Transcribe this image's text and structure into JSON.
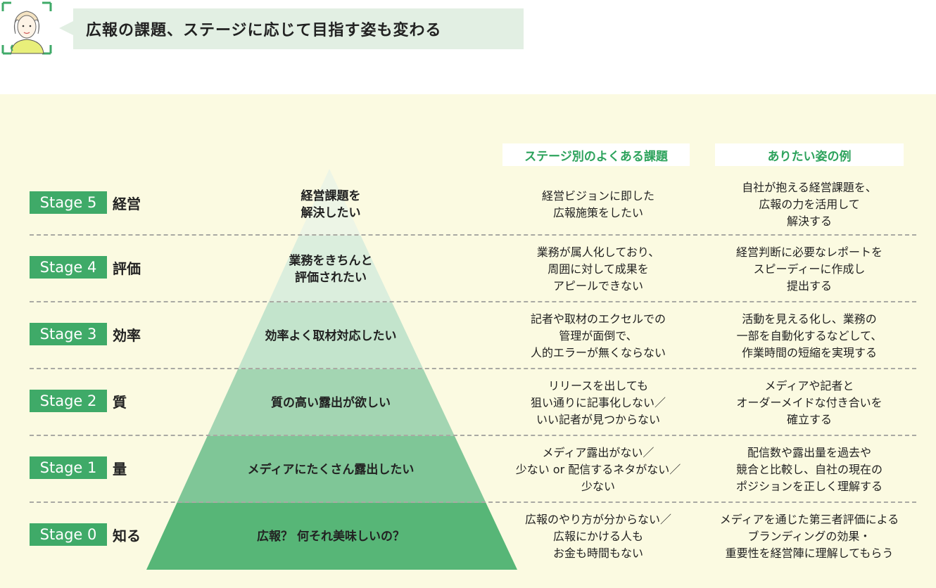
{
  "header": {
    "title": "広報の課題、ステージに応じて目指す姿も変わる"
  },
  "columns": {
    "issue": "ステージ別のよくある課題",
    "goal": "ありたい姿の例"
  },
  "colors": {
    "badge": "#3faa68",
    "accent_text": "#2ea35d",
    "panel": "#fbfae1",
    "title_bg": "#e2efe3"
  },
  "stages": [
    {
      "badge": "Stage 5",
      "name": "経営",
      "pyramid": "経営課題を\n解決したい",
      "issue": "経営ビジョンに即した\n広報施策をしたい",
      "goal": "自社が抱える経営課題を、\n広報の力を活用して\n解決する"
    },
    {
      "badge": "Stage 4",
      "name": "評価",
      "pyramid": "業務をきちんと\n評価されたい",
      "issue": "業務が属人化しており、\n周囲に対して成果を\nアピールできない",
      "goal": "経営判断に必要なレポートを\nスピーディーに作成し\n提出する"
    },
    {
      "badge": "Stage 3",
      "name": "効率",
      "pyramid": "効率よく取材対応したい",
      "issue": "記者や取材のエクセルでの\n管理が面倒で、\n人的エラーが無くならない",
      "goal": "活動を見える化し、業務の\n一部を自動化するなどして、\n作業時間の短縮を実現する"
    },
    {
      "badge": "Stage 2",
      "name": "質",
      "pyramid": "質の高い露出が欲しい",
      "issue": "リリースを出しても\n狙い通りに記事化しない／\nいい記者が見つからない",
      "goal": "メディアや記者と\nオーダーメイドな付き合いを\n確立する"
    },
    {
      "badge": "Stage 1",
      "name": "量",
      "pyramid": "メディアにたくさん露出したい",
      "issue": "メディア露出がない／\n少ない or 配信するネタがない／\n少ない",
      "goal": "配信数や露出量を過去や\n競合と比較し、自社の現在の\nポジションを正しく理解する"
    },
    {
      "badge": "Stage 0",
      "name": "知る",
      "pyramid": "広報？ 何それ美味しいの？",
      "issue": "広報のやり方が分からない／\n広報にかける人も\nお金も時間もない",
      "goal": "メディアを通じた第三者評価による\nブランディングの効果・\n重要性を経営陣に理解してもらう"
    }
  ]
}
